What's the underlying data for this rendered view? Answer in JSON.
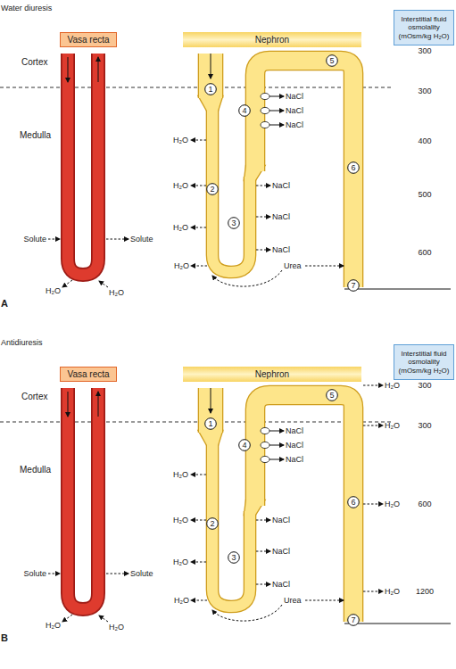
{
  "diagram": {
    "nodes": [
      {
        "text": [
          "Vasa recta"
        ]
      },
      {
        "text": [
          "Nephron"
        ]
      },
      {
        "text": [
          "Interstitial fluid osmolality (mOsm/kg H₂O)"
        ]
      },
      {
        "text": [
          "1"
        ]
      },
      {
        "text": [
          "2"
        ]
      },
      {
        "text": [
          "3"
        ]
      },
      {
        "text": [
          "4"
        ]
      },
      {
        "text": [
          "5"
        ]
      },
      {
        "text": [
          "6"
        ]
      },
      {
        "text": [
          "7"
        ]
      },
      {
        "text": [
          "Vasa recta"
        ]
      },
      {
        "text": [
          "Nephron"
        ]
      },
      {
        "text": [
          "Interstitial fluid osmolality (mOsm/kg H₂O)"
        ]
      },
      {
        "text": [
          "1"
        ]
      },
      {
        "text": [
          "2"
        ]
      },
      {
        "text": [
          "3"
        ]
      },
      {
        "text": [
          "4"
        ]
      },
      {
        "text": [
          "5"
        ]
      },
      {
        "text": [
          "6"
        ]
      },
      {
        "text": [
          "7"
        ]
      }
    ],
    "labels": [
      "Water diuresis",
      "Cortex",
      "Medulla",
      "300",
      "300",
      "400",
      "500",
      "600",
      "H₂O",
      "H₂O",
      "H₂O",
      "NaCl",
      "NaCl",
      "NaCl",
      "NaCl",
      "NaCl",
      "NaCl",
      "Solute",
      "Solute",
      "H₂O",
      "Urea",
      "H₂O",
      "H₂O",
      "A",
      "Antidiuresis",
      "Cortex",
      "Medulla",
      "300",
      "300",
      "600",
      "1200",
      "H₂O",
      "H₂O",
      "H₂O",
      "NaCl",
      "NaCl",
      "NaCl",
      "NaCl",
      "NaCl",
      "NaCl",
      "Solute",
      "Solute",
      "H₂O",
      "Urea",
      "H₂O",
      "H₂O",
      "H₂O",
      "H₂O",
      "H₂O",
      "H₂O",
      "B"
    ]
  }
}
